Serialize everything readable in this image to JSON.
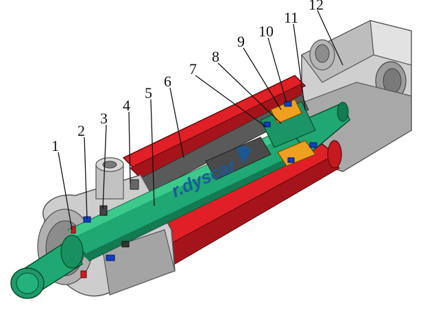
{
  "callouts": [
    {
      "label": "1"
    },
    {
      "label": "2"
    },
    {
      "label": "3"
    },
    {
      "label": "4"
    },
    {
      "label": "5"
    },
    {
      "label": "6"
    },
    {
      "label": "7"
    },
    {
      "label": "8"
    },
    {
      "label": "9"
    },
    {
      "label": "10"
    },
    {
      "label": "11"
    },
    {
      "label": "12"
    }
  ],
  "watermark": {
    "text": "r.dyscar"
  },
  "colors": {
    "housing": "#c8c8c8",
    "housing_dark": "#9a9a9a",
    "cylinder_red": "#e01f26",
    "cylinder_red_dark": "#a5141a",
    "rod_green": "#1fa872",
    "rod_green_dark": "#137a52",
    "bronze": "#f0a020",
    "seal_blue": "#1040c0"
  }
}
